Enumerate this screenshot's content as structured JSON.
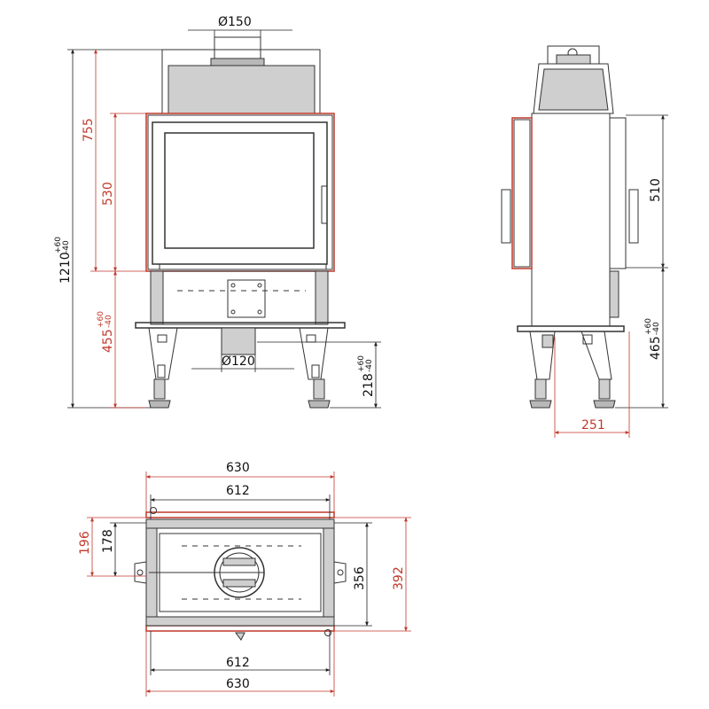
{
  "colors": {
    "red": "#c0392b",
    "ink": "#333333",
    "dim": "#222222",
    "fill": "#cfcfcf"
  },
  "front": {
    "d_flue_top": "Ø150",
    "d_flue_bottom": "Ø120",
    "h_total": "1210",
    "h_total_tol_plus": "+60",
    "h_total_tol_minus": "-40",
    "h_755": "755",
    "h_530": "530",
    "h_455": "455",
    "h_455_tol_plus": "+60",
    "h_455_tol_minus": "-40",
    "h_218": "218",
    "h_218_tol_plus": "+60",
    "h_218_tol_minus": "-40"
  },
  "side": {
    "h_510": "510",
    "h_465": "465",
    "h_465_tol_plus": "+60",
    "h_465_tol_minus": "-40",
    "w_251": "251"
  },
  "top": {
    "w_630_top": "630",
    "w_612_top": "612",
    "w_612_bottom": "612",
    "w_630_bottom": "630",
    "d_196": "196",
    "d_178": "178",
    "d_356": "356",
    "d_392": "392"
  }
}
